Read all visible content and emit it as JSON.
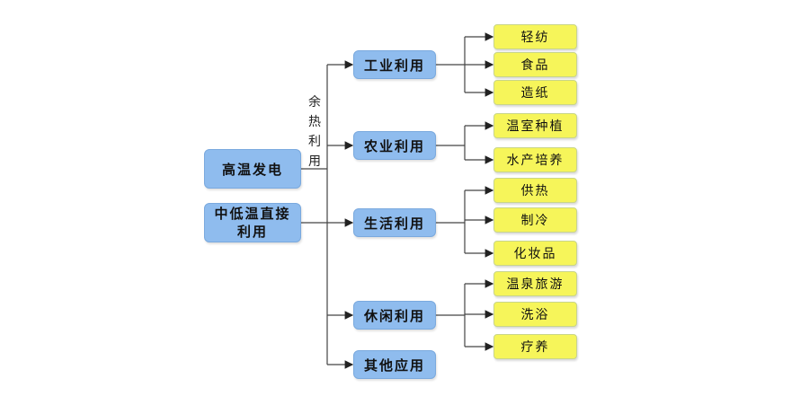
{
  "sources": [
    {
      "label": "高温发电"
    },
    {
      "label": "中低温直接利用",
      "line1": "中低温直接",
      "line2": "利用"
    }
  ],
  "connector_label": "余热利用",
  "connector_label_chars": [
    "余",
    "热",
    "利",
    "用"
  ],
  "categories": [
    {
      "label": "工业利用",
      "children": [
        "轻纺",
        "食品",
        "造纸"
      ]
    },
    {
      "label": "农业利用",
      "children": [
        "温室种植",
        "水产培养"
      ]
    },
    {
      "label": "生活利用",
      "children": [
        "供热",
        "制冷",
        "化妆品"
      ]
    },
    {
      "label": "休闲利用",
      "children": [
        "温泉旅游",
        "洗浴",
        "疗养"
      ]
    },
    {
      "label": "其他应用",
      "children": []
    }
  ],
  "colors": {
    "category_fill": "#8fbcee",
    "leaf_fill": "#f6f55a",
    "line": "#333333"
  }
}
